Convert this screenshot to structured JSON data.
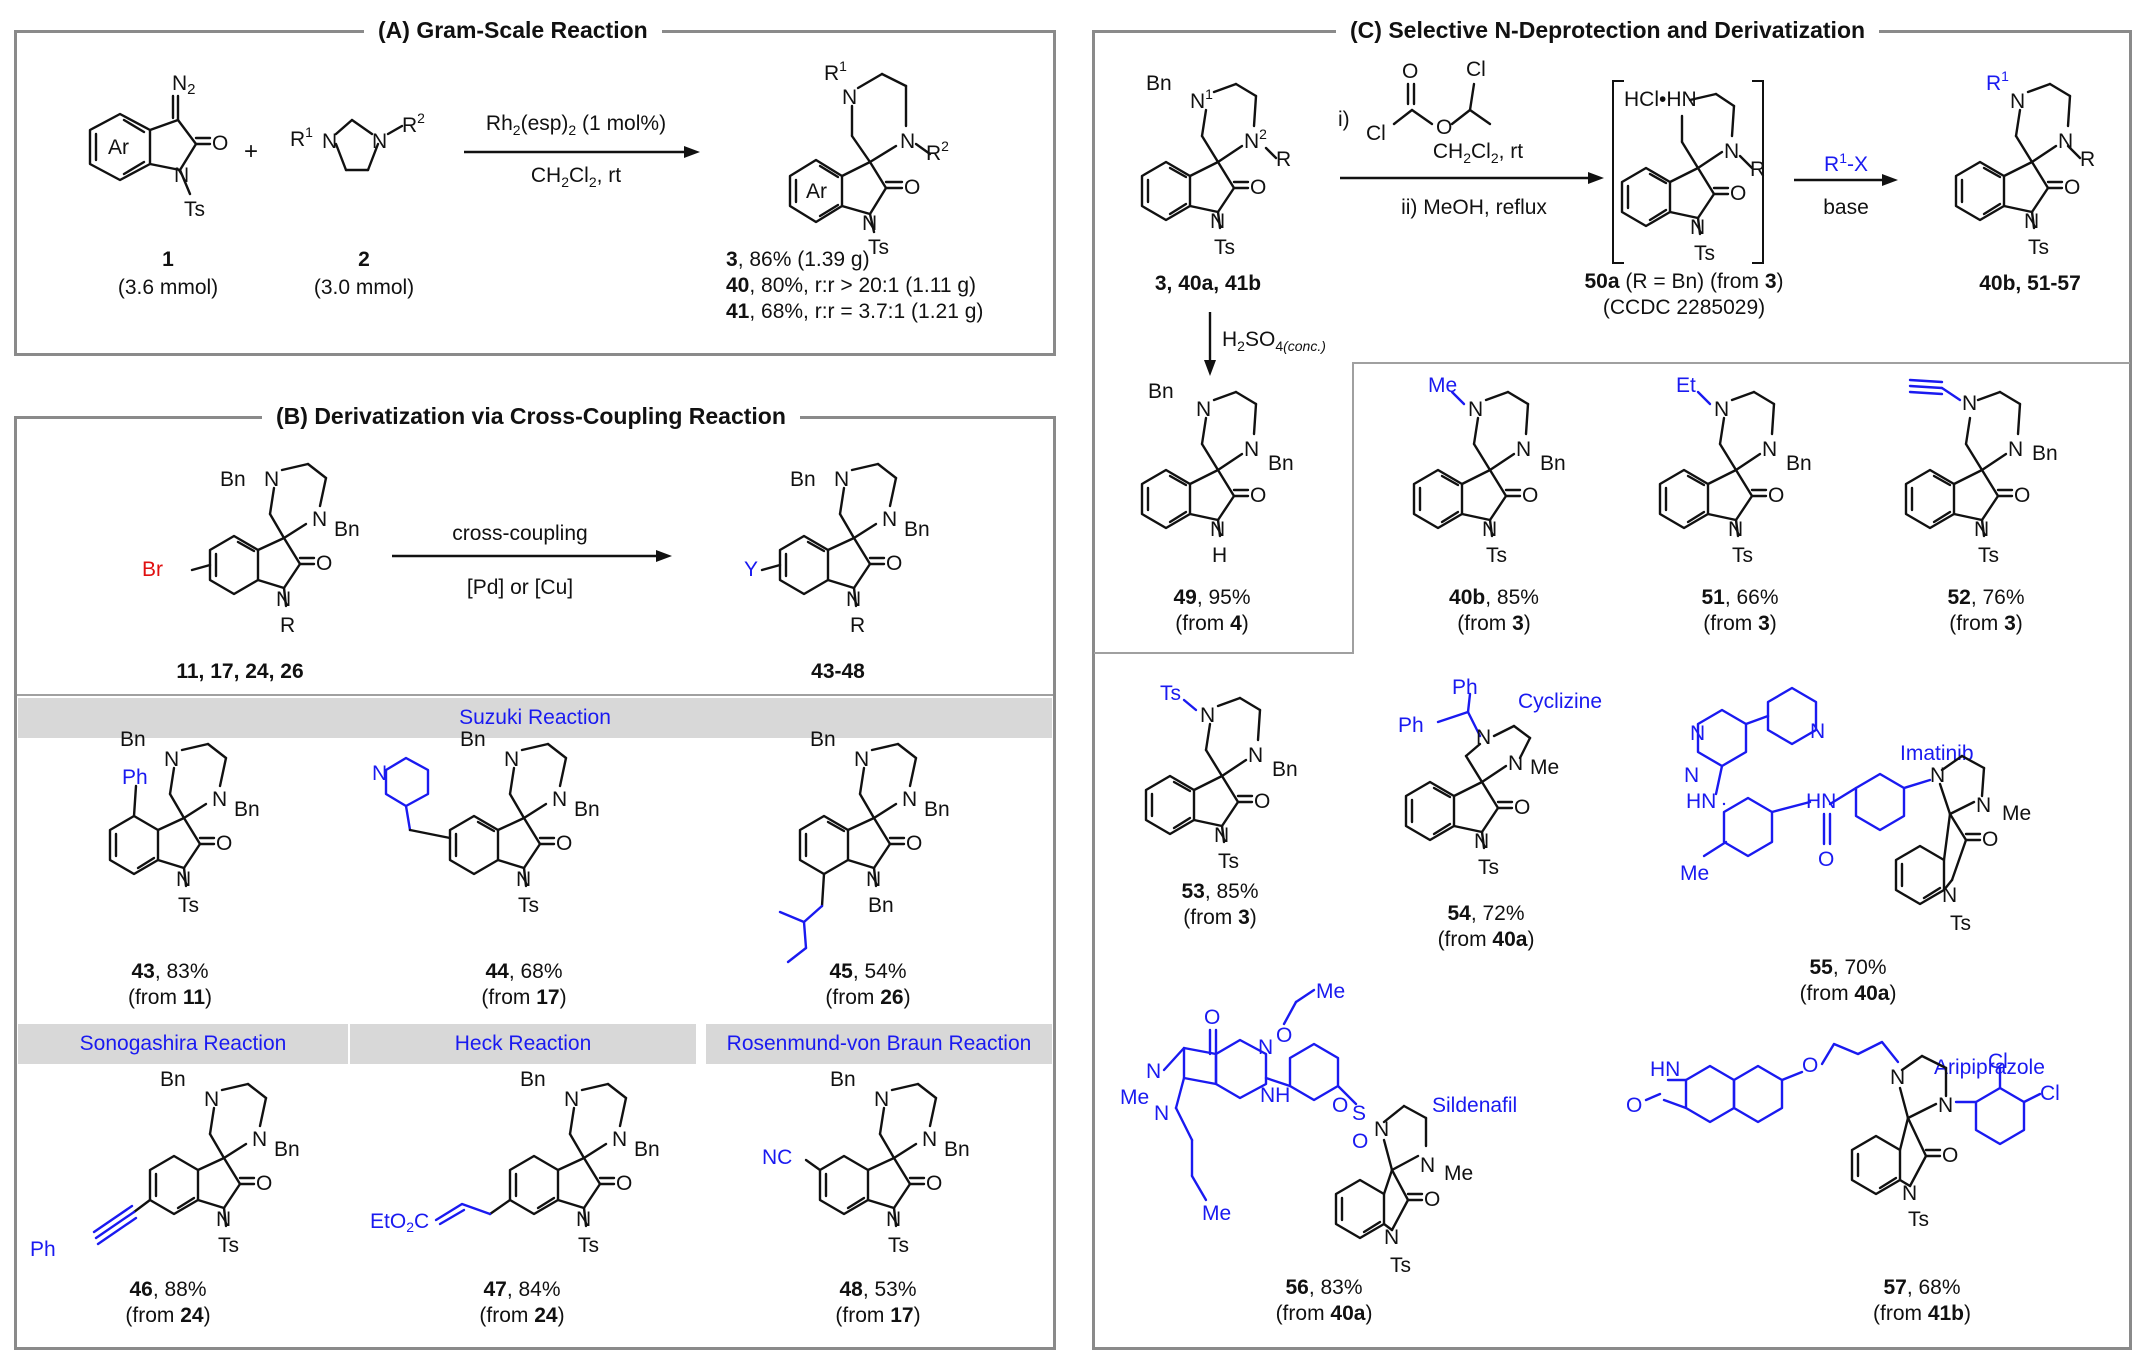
{
  "panel_a": {
    "title": "(A) Gram-Scale Reaction",
    "sm1_label": "1",
    "sm1_amount": "(3.6 mmol)",
    "sm2_label": "2",
    "sm2_amount": "(3.0 mmol)",
    "plus": "+",
    "reagent_top": "Rh2(esp)2 (1 mol%)",
    "reagent_bottom": "CH2Cl2, rt",
    "yield_3": "3,   86% (1.39 g)",
    "yield_40": "40, 80%, r:r > 20:1  (1.11 g)",
    "yield_41": "41, 68%, r:r = 3.7:1  (1.21 g)"
  },
  "panel_b": {
    "title": "(B) Derivatization via Cross-Coupling Reaction",
    "reagent_top": "cross-coupling",
    "reagent_bottom": "[Pd] or [Cu]",
    "sm_label": "11, 17, 24, 26",
    "product_label": "43-48",
    "band_suzuki": "Suzuki Reaction",
    "band_sonogashira": "Sonogashira Reaction",
    "band_heck": "Heck Reaction",
    "band_rosenmund": "Rosenmund-von Braun Reaction",
    "c43": {
      "id": "43",
      "yield": ", 83%",
      "from_pre": "(from ",
      "from_id": "11",
      "from_post": ")"
    },
    "c44": {
      "id": "44",
      "yield": ", 68%",
      "from_pre": "(from ",
      "from_id": "17",
      "from_post": ")"
    },
    "c45": {
      "id": "45",
      "yield": ", 54%",
      "from_pre": "(from ",
      "from_id": "26",
      "from_post": ")"
    },
    "c46": {
      "id": "46",
      "yield": ", 88%",
      "from_pre": "(from ",
      "from_id": "24",
      "from_post": ")"
    },
    "c47": {
      "id": "47",
      "yield": ", 84%",
      "from_pre": "(from ",
      "from_id": "24",
      "from_post": ")"
    },
    "c48": {
      "id": "48",
      "yield": ", 53%",
      "from_pre": "(from ",
      "from_id": "17",
      "from_post": ")"
    }
  },
  "panel_c": {
    "title": "(C) Selective N-Deprotection and Derivatization",
    "step_i": "i)",
    "step_i_solvent": "CH2Cl2, rt",
    "step_ii": "ii) MeOH, reflux",
    "step_r1x": "R1-X",
    "step_base": "base",
    "acid_reagent": "H2SO4(conc.)",
    "sm_label": "3, 40a, 41b",
    "intermediate_label": "50a (R = Bn) (from 3)",
    "ccdc": "(CCDC 2285029)",
    "product_label": "40b, 51-57",
    "c49": {
      "id": "49",
      "yield": ", 95%",
      "from_pre": "(from ",
      "from_id": "4",
      "from_post": ")"
    },
    "c40b": {
      "id": "40b",
      "yield": ", 85%",
      "from_pre": "(from ",
      "from_id": "3",
      "from_post": ")"
    },
    "c51": {
      "id": "51",
      "yield": ", 66%",
      "from_pre": "(from ",
      "from_id": "3",
      "from_post": ")"
    },
    "c52": {
      "id": "52",
      "yield": ", 76%",
      "from_pre": "(from ",
      "from_id": "3",
      "from_post": ")"
    },
    "c53": {
      "id": "53",
      "yield": ", 85%",
      "from_pre": "(from ",
      "from_id": "3",
      "from_post": ")"
    },
    "c54": {
      "id": "54",
      "yield": ", 72%",
      "from_pre": "(from ",
      "from_id": "40a",
      "from_post": ")",
      "drug": "Cyclizine"
    },
    "c55": {
      "id": "55",
      "yield": ", 70%",
      "from_pre": "(from ",
      "from_id": "40a",
      "from_post": ")",
      "drug": "Imatinib"
    },
    "c56": {
      "id": "56",
      "yield": ", 83%",
      "from_pre": "(from ",
      "from_id": "40a",
      "from_post": ")",
      "drug": "Sildenafil"
    },
    "c57": {
      "id": "57",
      "yield": ", 68%",
      "from_pre": "(from ",
      "from_id": "41b",
      "from_post": ")",
      "drug": "Aripiprazole"
    }
  },
  "atoms": {
    "Bn": "Bn",
    "Ts": "Ts",
    "N": "N",
    "O": "O",
    "NH": "NH",
    "H": "H",
    "HN": "HN",
    "Me": "Me",
    "Et": "Et",
    "Ph": "Ph",
    "Br": "Br",
    "Y": "Y",
    "R": "R",
    "Ar": "Ar",
    "NC": "NC",
    "Cl": "Cl",
    "S": "S",
    "EtO2C": "EtO2C",
    "N2": "N2",
    "HCl_HN": "HCl•HN"
  },
  "colors": {
    "border": "#8a8a8a",
    "band": "#d8d8d8",
    "accent": "#1a1af0",
    "bromine": "#e01010"
  }
}
